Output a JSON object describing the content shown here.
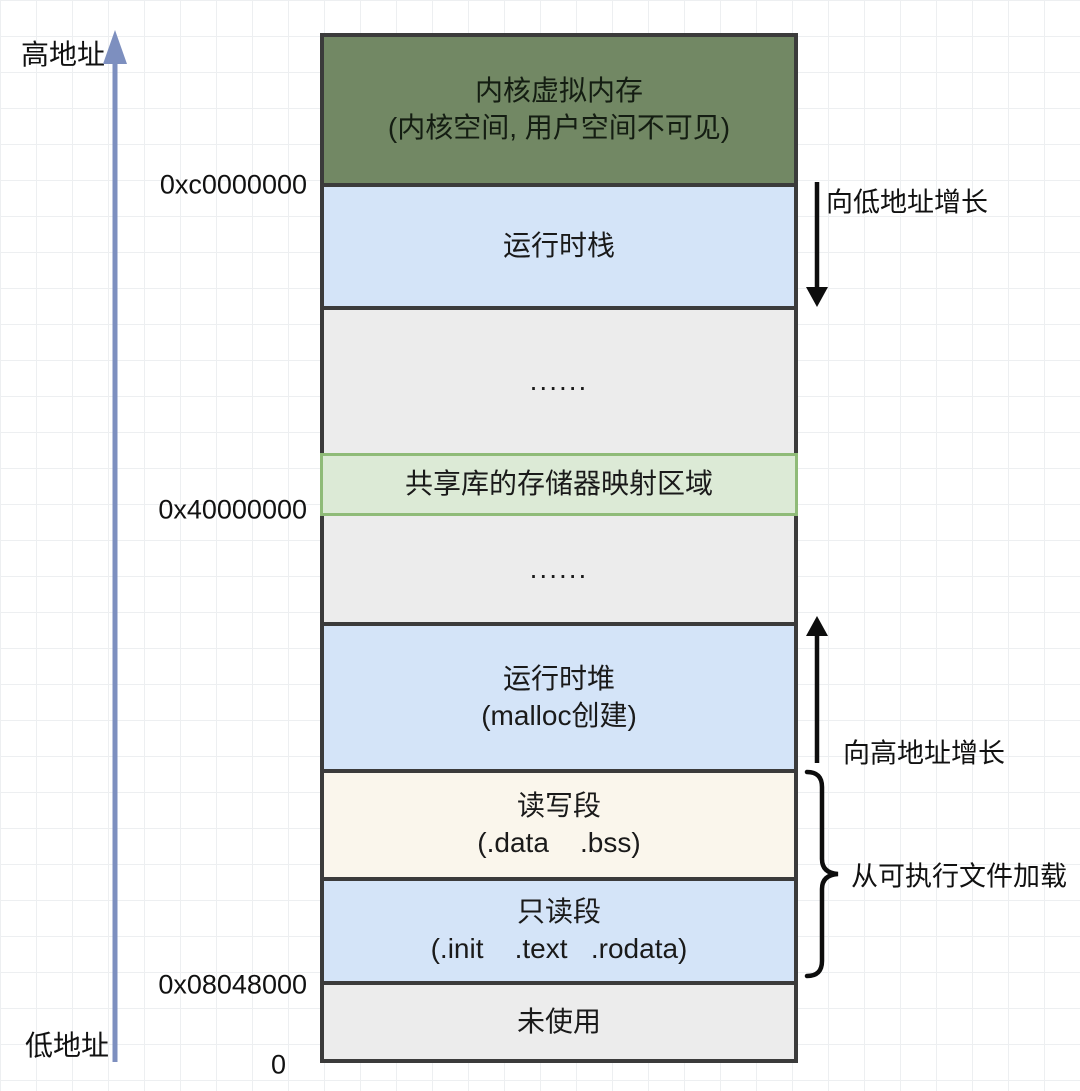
{
  "axis": {
    "high_label": "高地址",
    "low_label": "低地址"
  },
  "regions": [
    {
      "name": "kernel",
      "line1": "内核虚拟内存",
      "line2": "(内核空间, 用户空间不可见)"
    },
    {
      "name": "runtime-stack",
      "line1": "运行时栈",
      "line2": ""
    },
    {
      "name": "ellipsis-1",
      "line1": "......",
      "line2": ""
    },
    {
      "name": "shared-lib",
      "line1": "共享库的存储器映射区域",
      "line2": ""
    },
    {
      "name": "ellipsis-2",
      "line1": "......",
      "line2": ""
    },
    {
      "name": "runtime-heap",
      "line1": "运行时堆",
      "line2": "(malloc创建)"
    },
    {
      "name": "rw-segment",
      "line1": "读写段",
      "line2": "(.data    .bss)"
    },
    {
      "name": "ro-segment",
      "line1": "只读段",
      "line2": "(.init    .text   .rodata)"
    },
    {
      "name": "unused",
      "line1": "未使用",
      "line2": ""
    }
  ],
  "addresses": [
    {
      "text": "0xc0000000"
    },
    {
      "text": "0x40000000"
    },
    {
      "text": "0x08048000"
    },
    {
      "text": "0"
    }
  ],
  "annotations": {
    "grow_down": "向低地址增长",
    "grow_up": "向高地址增长",
    "load_from_exe": "从可执行文件加载"
  },
  "palette": {
    "kernel_fill": "#728864",
    "blue_fill": "#d4e4f8",
    "gray_fill": "#ececec",
    "green_fill": "#dcead6",
    "green_border": "#8fbb78",
    "cream_fill": "#faf6ec",
    "box_border": "#3b3b3b",
    "axis_blue": "#7d8fbf",
    "arrow_black": "#0d0d0d"
  }
}
